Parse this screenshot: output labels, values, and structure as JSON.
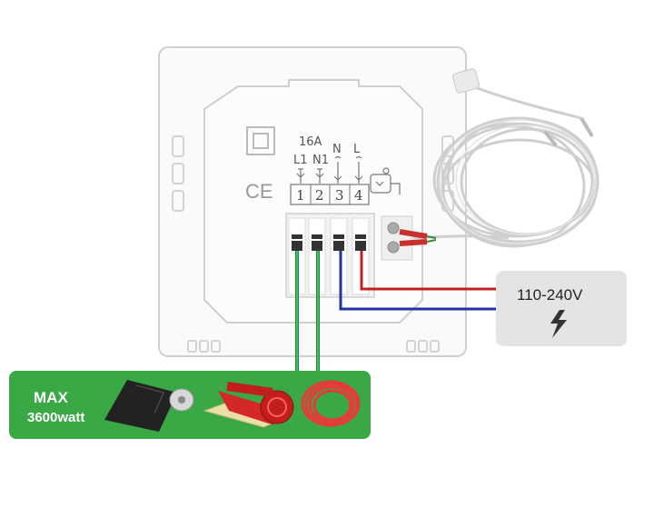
{
  "terminals": {
    "rating": "16A",
    "l1": "L1",
    "n1": "N1",
    "n": "N",
    "l": "L",
    "numbers": [
      "1",
      "2",
      "3",
      "4"
    ],
    "ce_mark": "CE"
  },
  "power": {
    "voltage": "110-240V",
    "icon": "lightning-icon"
  },
  "load": {
    "line1": "MAX",
    "line2": "3600watt",
    "icons": [
      "heating-film-roll-icon",
      "heating-mat-roll-icon",
      "heating-cable-coil-icon"
    ]
  },
  "colors": {
    "green_wire": "#2aa84a",
    "red_wire": "#c42020",
    "blue_wire": "#2233a0",
    "banner": "#39a845",
    "power_box": "#e4e4e4"
  }
}
